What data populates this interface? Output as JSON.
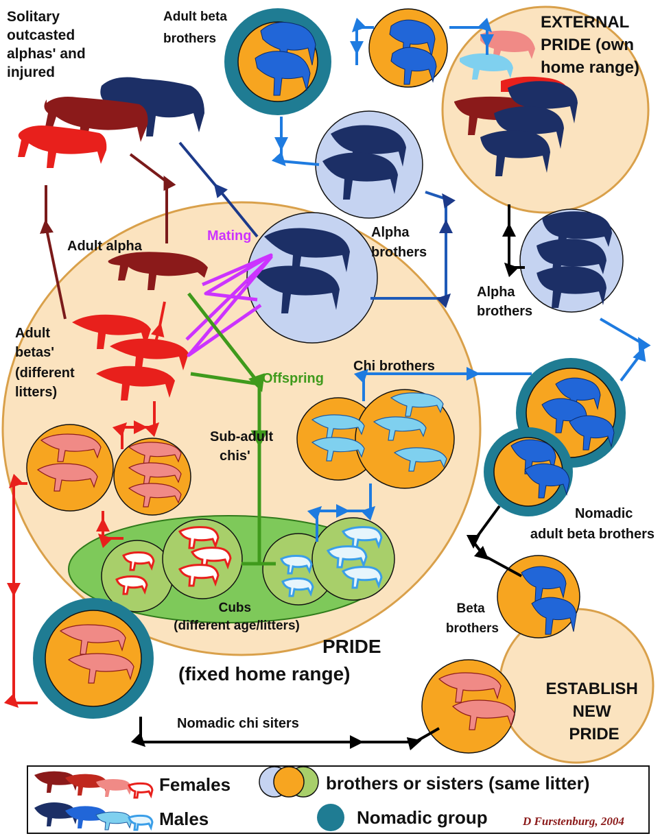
{
  "labels": {
    "solitary": [
      "Solitary",
      "outcasted",
      "alphas' and",
      "injured"
    ],
    "adult_beta_brothers": [
      "Adult beta",
      "brothers"
    ],
    "external_pride": [
      "EXTERNAL",
      "PRIDE (own",
      "home range)"
    ],
    "mating": "Mating",
    "adult_alpha": "Adult alpha",
    "alpha_brothers_1": [
      "Alpha",
      "brothers"
    ],
    "alpha_brothers_2": [
      "Alpha",
      "brothers"
    ],
    "adult_betas": [
      "Adult",
      "betas'",
      "(different",
      "litters)"
    ],
    "offspring": "Offspring",
    "chi_brothers": "Chi brothers",
    "sub_adult": [
      "Sub-adult",
      "chis'"
    ],
    "cubs": [
      "Cubs",
      "(different age/litters)"
    ],
    "pride": [
      "PRIDE",
      "(fixed home range)"
    ],
    "nomadic_adult_beta": [
      "Nomadic",
      "adult beta brothers"
    ],
    "beta_brothers": [
      "Beta",
      "brothers"
    ],
    "establish": [
      "ESTABLISH",
      "NEW",
      "PRIDE"
    ],
    "nomadic_chi_sisters": "Nomadic chi siters"
  },
  "legend": {
    "females": "Females",
    "males": "Males",
    "same_litter": "brothers or sisters (same litter)",
    "nomadic_group": "Nomadic group",
    "credit": "D Furstenburg, 2004"
  },
  "colors": {
    "alpha_female": "#8b1a1a",
    "beta_female": "#e8201c",
    "chi_female": "#f08a86",
    "alpha_male": "#1c2f66",
    "beta_male": "#2166d8",
    "chi_male": "#7fd0ef",
    "pride_fill": "#fbe3bf",
    "orange": "#f7a520",
    "lavender": "#c5d3f1",
    "green": "#a8cf6a",
    "teal": "#1f7c93",
    "offspring_line": "#3f9a1c",
    "mating_line": "#cc33ff"
  }
}
